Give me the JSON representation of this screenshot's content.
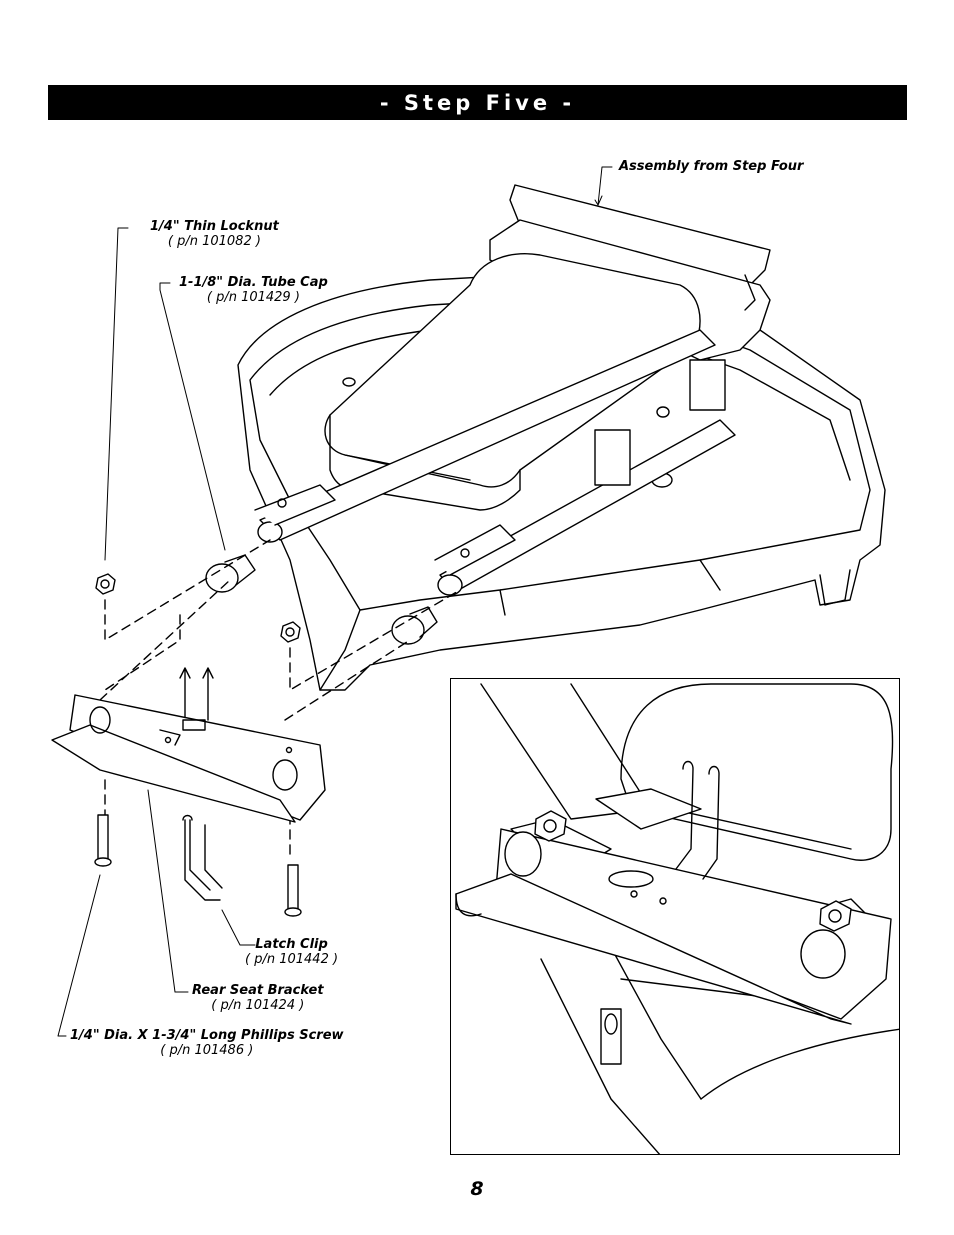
{
  "header": {
    "title": "- Step Five -"
  },
  "callouts": {
    "assembly": {
      "name": "Assembly from Step Four"
    },
    "locknut": {
      "name": "1/4\" Thin Locknut",
      "pn": "( p/n 101082 )"
    },
    "tube_cap": {
      "name": "1-1/8\" Dia. Tube Cap",
      "pn": "( p/n 101429 )"
    },
    "latch_clip": {
      "name": "Latch Clip",
      "pn": "( p/n 101442 )"
    },
    "rear_seat_bracket": {
      "name": "Rear Seat Bracket",
      "pn": "( p/n 101424 )"
    },
    "screw": {
      "name": "1/4\" Dia. X 1-3/4\" Long Phillips Screw",
      "pn": "( p/n 101486 )"
    }
  },
  "footer": {
    "page_number": "8"
  }
}
